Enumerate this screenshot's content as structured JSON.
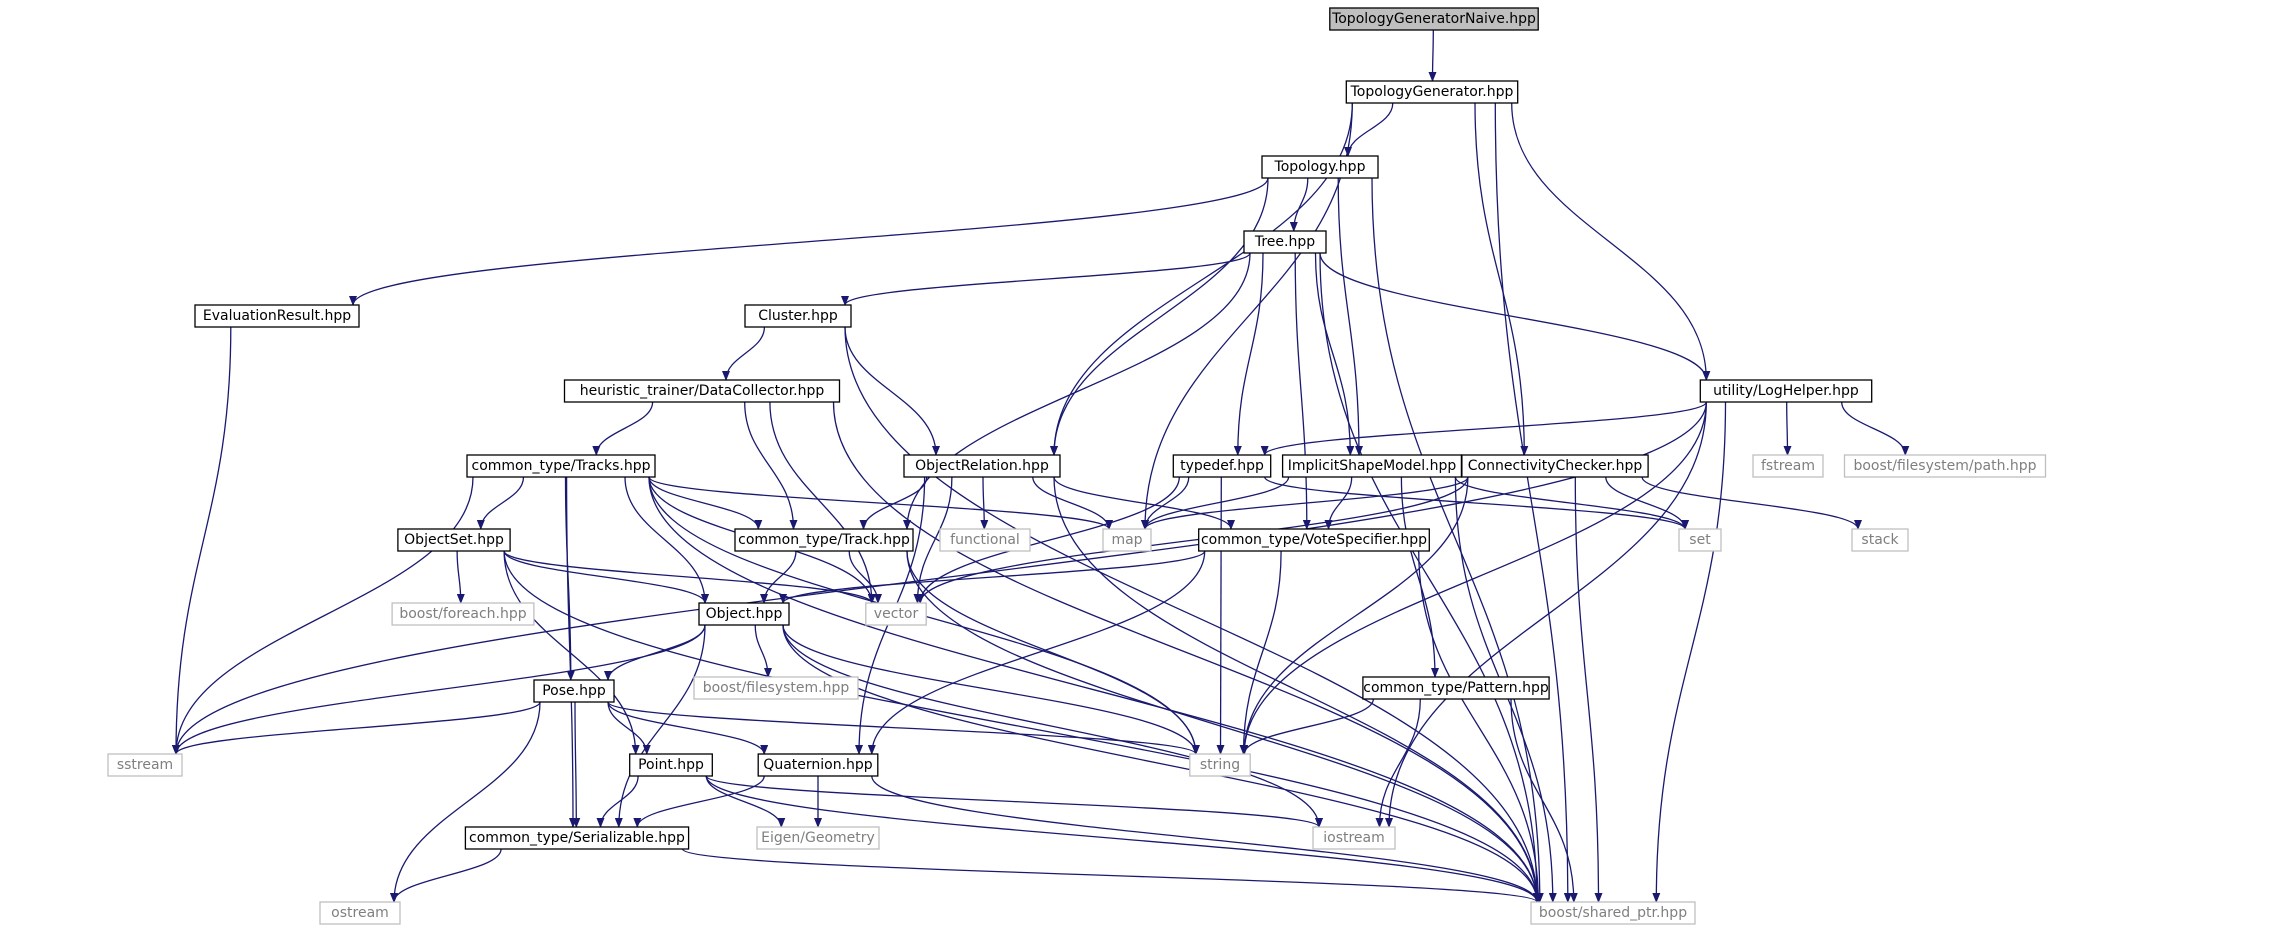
{
  "colors": {
    "edge": "#191970",
    "root_fill": "#bfbfbf",
    "node_border": "#000000",
    "external_border": "#bfbfbf",
    "external_text": "#7f7f7f",
    "text": "#000000"
  },
  "nodes": [
    {
      "id": "tgn",
      "label": "TopologyGeneratorNaive.hpp",
      "kind": "root"
    },
    {
      "id": "tg",
      "label": "TopologyGenerator.hpp",
      "kind": "file"
    },
    {
      "id": "topology",
      "label": "Topology.hpp",
      "kind": "file"
    },
    {
      "id": "tree",
      "label": "Tree.hpp",
      "kind": "file"
    },
    {
      "id": "evalres",
      "label": "EvaluationResult.hpp",
      "kind": "file"
    },
    {
      "id": "cluster",
      "label": "Cluster.hpp",
      "kind": "file"
    },
    {
      "id": "datacoll",
      "label": "heuristic_trainer/DataCollector.hpp",
      "kind": "file"
    },
    {
      "id": "loghelper",
      "label": "utility/LogHelper.hpp",
      "kind": "file"
    },
    {
      "id": "tracks",
      "label": "common_type/Tracks.hpp",
      "kind": "file"
    },
    {
      "id": "objrel",
      "label": "ObjectRelation.hpp",
      "kind": "file"
    },
    {
      "id": "typedef",
      "label": "typedef.hpp",
      "kind": "file"
    },
    {
      "id": "implicit",
      "label": "ImplicitShapeModel.hpp",
      "kind": "file"
    },
    {
      "id": "conncheck",
      "label": "ConnectivityChecker.hpp",
      "kind": "file"
    },
    {
      "id": "fstream",
      "label": "fstream",
      "kind": "external"
    },
    {
      "id": "bfspath",
      "label": "boost/filesystem/path.hpp",
      "kind": "external"
    },
    {
      "id": "objset",
      "label": "ObjectSet.hpp",
      "kind": "file"
    },
    {
      "id": "track",
      "label": "common_type/Track.hpp",
      "kind": "file"
    },
    {
      "id": "functional",
      "label": "functional",
      "kind": "external"
    },
    {
      "id": "map",
      "label": "map",
      "kind": "external"
    },
    {
      "id": "vote",
      "label": "common_type/VoteSpecifier.hpp",
      "kind": "file"
    },
    {
      "id": "set",
      "label": "set",
      "kind": "external"
    },
    {
      "id": "stack",
      "label": "stack",
      "kind": "external"
    },
    {
      "id": "foreach",
      "label": "boost/foreach.hpp",
      "kind": "external"
    },
    {
      "id": "object",
      "label": "Object.hpp",
      "kind": "file"
    },
    {
      "id": "vector",
      "label": "vector",
      "kind": "external"
    },
    {
      "id": "bfs",
      "label": "boost/filesystem.hpp",
      "kind": "external"
    },
    {
      "id": "pattern",
      "label": "common_type/Pattern.hpp",
      "kind": "file"
    },
    {
      "id": "pose",
      "label": "Pose.hpp",
      "kind": "file"
    },
    {
      "id": "sstream",
      "label": "sstream",
      "kind": "external"
    },
    {
      "id": "string",
      "label": "string",
      "kind": "external"
    },
    {
      "id": "point",
      "label": "Point.hpp",
      "kind": "file"
    },
    {
      "id": "quat",
      "label": "Quaternion.hpp",
      "kind": "file"
    },
    {
      "id": "eigen",
      "label": "Eigen/Geometry",
      "kind": "external"
    },
    {
      "id": "iostream",
      "label": "iostream",
      "kind": "external"
    },
    {
      "id": "serial",
      "label": "common_type/Serializable.hpp",
      "kind": "file"
    },
    {
      "id": "ostream",
      "label": "ostream",
      "kind": "external"
    },
    {
      "id": "shptr",
      "label": "boost/shared_ptr.hpp",
      "kind": "external"
    }
  ],
  "edges": [
    [
      "tgn",
      "tg"
    ],
    [
      "tg",
      "topology"
    ],
    [
      "tg",
      "objrel"
    ],
    [
      "tg",
      "map"
    ],
    [
      "tg",
      "conncheck"
    ],
    [
      "tg",
      "loghelper"
    ],
    [
      "tg",
      "shptr"
    ],
    [
      "topology",
      "tree"
    ],
    [
      "topology",
      "evalres"
    ],
    [
      "topology",
      "objrel"
    ],
    [
      "topology",
      "implicit"
    ],
    [
      "topology",
      "shptr"
    ],
    [
      "tree",
      "cluster"
    ],
    [
      "tree",
      "track"
    ],
    [
      "tree",
      "typedef"
    ],
    [
      "tree",
      "implicit"
    ],
    [
      "tree",
      "vote"
    ],
    [
      "tree",
      "loghelper"
    ],
    [
      "tree",
      "shptr"
    ],
    [
      "evalres",
      "sstream"
    ],
    [
      "cluster",
      "datacoll"
    ],
    [
      "cluster",
      "objrel"
    ],
    [
      "cluster",
      "shptr"
    ],
    [
      "datacoll",
      "tracks"
    ],
    [
      "datacoll",
      "track"
    ],
    [
      "datacoll",
      "vector"
    ],
    [
      "datacoll",
      "shptr"
    ],
    [
      "loghelper",
      "typedef"
    ],
    [
      "loghelper",
      "fstream"
    ],
    [
      "loghelper",
      "bfspath"
    ],
    [
      "loghelper",
      "sstream"
    ],
    [
      "loghelper",
      "iostream"
    ],
    [
      "loghelper",
      "shptr"
    ],
    [
      "loghelper",
      "string"
    ],
    [
      "tracks",
      "objset"
    ],
    [
      "tracks",
      "track"
    ],
    [
      "tracks",
      "map"
    ],
    [
      "tracks",
      "object"
    ],
    [
      "tracks",
      "vector"
    ],
    [
      "tracks",
      "pose"
    ],
    [
      "tracks",
      "serial"
    ],
    [
      "tracks",
      "sstream"
    ],
    [
      "tracks",
      "shptr"
    ],
    [
      "tracks",
      "string"
    ],
    [
      "objrel",
      "track"
    ],
    [
      "objrel",
      "functional"
    ],
    [
      "objrel",
      "map"
    ],
    [
      "objrel",
      "vote"
    ],
    [
      "objrel",
      "quat"
    ],
    [
      "objrel",
      "shptr"
    ],
    [
      "objrel",
      "vector"
    ],
    [
      "typedef",
      "map"
    ],
    [
      "typedef",
      "vector"
    ],
    [
      "typedef",
      "set"
    ],
    [
      "typedef",
      "string"
    ],
    [
      "implicit",
      "map"
    ],
    [
      "implicit",
      "vote"
    ],
    [
      "implicit",
      "pattern"
    ],
    [
      "implicit",
      "set"
    ],
    [
      "implicit",
      "shptr"
    ],
    [
      "conncheck",
      "map"
    ],
    [
      "conncheck",
      "set"
    ],
    [
      "conncheck",
      "stack"
    ],
    [
      "conncheck",
      "vector"
    ],
    [
      "conncheck",
      "string"
    ],
    [
      "conncheck",
      "shptr"
    ],
    [
      "objset",
      "foreach"
    ],
    [
      "objset",
      "object"
    ],
    [
      "objset",
      "vector"
    ],
    [
      "objset",
      "point"
    ],
    [
      "objset",
      "shptr"
    ],
    [
      "track",
      "object"
    ],
    [
      "track",
      "vector"
    ],
    [
      "track",
      "string"
    ],
    [
      "track",
      "shptr"
    ],
    [
      "vote",
      "object"
    ],
    [
      "vote",
      "quat"
    ],
    [
      "vote",
      "string"
    ],
    [
      "vote",
      "shptr"
    ],
    [
      "object",
      "bfs"
    ],
    [
      "object",
      "pose"
    ],
    [
      "object",
      "string"
    ],
    [
      "object",
      "sstream"
    ],
    [
      "object",
      "iostream"
    ],
    [
      "object",
      "serial"
    ],
    [
      "object",
      "shptr"
    ],
    [
      "pattern",
      "string"
    ],
    [
      "pattern",
      "iostream"
    ],
    [
      "pattern",
      "shptr"
    ],
    [
      "pose",
      "point"
    ],
    [
      "pose",
      "quat"
    ],
    [
      "pose",
      "serial"
    ],
    [
      "pose",
      "sstream"
    ],
    [
      "pose",
      "string"
    ],
    [
      "pose",
      "ostream"
    ],
    [
      "point",
      "serial"
    ],
    [
      "point",
      "eigen"
    ],
    [
      "point",
      "iostream"
    ],
    [
      "point",
      "shptr"
    ],
    [
      "quat",
      "serial"
    ],
    [
      "quat",
      "eigen"
    ],
    [
      "quat",
      "shptr"
    ],
    [
      "serial",
      "ostream"
    ],
    [
      "serial",
      "shptr"
    ]
  ]
}
